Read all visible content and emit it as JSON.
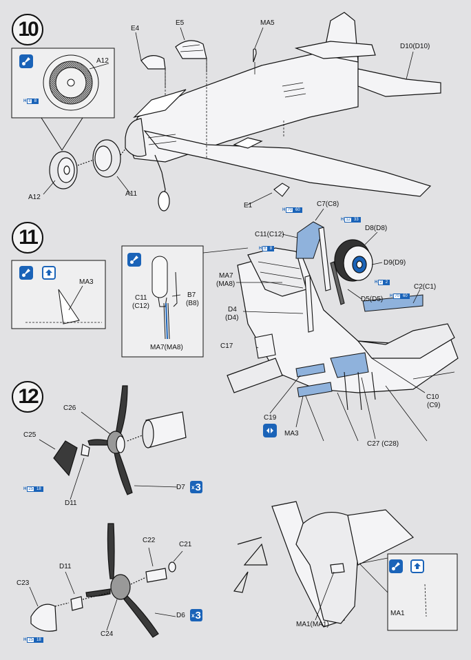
{
  "steps": {
    "s10": "10",
    "s11": "11",
    "s12": "12"
  },
  "labels": {
    "E4": "E4",
    "E5": "E5",
    "MA5": "MA5",
    "D10": "D10(D10)",
    "A12_top": "A12",
    "A12": "A12",
    "A11": "A11",
    "E1": "E1",
    "C7": "C7(C8)",
    "C11": "C11(C12)",
    "D8": "D8(D8)",
    "D9": "D9(D9)",
    "MA7": "MA7",
    "MA8": "(MA8)",
    "D4": "D4",
    "D4b": "(D4)",
    "D5": "D5(D5)",
    "C2": "C2(C1)",
    "C17": "C17",
    "C19": "C19",
    "MA3": "MA3",
    "C10": "C10",
    "C9": "(C9)",
    "C27": "C27 (C28)",
    "MA3_box": "MA3",
    "C11_box": "C11",
    "C12_box": "(C12)",
    "B7_box": "B7",
    "B8_box": "(B8)",
    "MA7_box": "MA7(MA8)",
    "C26": "C26",
    "C25": "C25",
    "D11": "D11",
    "D7": "D7",
    "C22": "C22",
    "C21": "C21",
    "D11b": "D11",
    "C23": "C23",
    "C24": "C24",
    "D6": "D6",
    "MA1": "MA1(MA1)",
    "MA1_box": "MA1"
  },
  "paint_codes": {
    "h8_8": {
      "h": "H",
      "a": "8",
      "b": "8"
    },
    "h70_60": {
      "h": "H",
      "a": "70",
      "b": "60"
    },
    "h12_33": {
      "h": "H",
      "a": "12",
      "b": "33"
    },
    "h8_8b": {
      "h": "H",
      "a": "8",
      "b": "8"
    },
    "h2_2": {
      "h": "H",
      "a": "2",
      "b": "2"
    },
    "h70_60b": {
      "h": "H",
      "a": "70",
      "b": "60"
    },
    "h25_18": {
      "h": "H",
      "a": "25",
      "b": "18"
    },
    "h25_18b": {
      "h": "H",
      "a": "25",
      "b": "18"
    }
  },
  "quantities": {
    "q_d7": {
      "x": "x",
      "n": "3"
    },
    "q_d6": {
      "x": "x",
      "n": "3"
    }
  },
  "colors": {
    "accent": "#1a63b8",
    "paint_fill": "#8fb2dc",
    "line": "#111111",
    "sheet": "#e2e2e4"
  },
  "icons": [
    "paint-brush-icon",
    "decal-icon",
    "cement-icon"
  ]
}
